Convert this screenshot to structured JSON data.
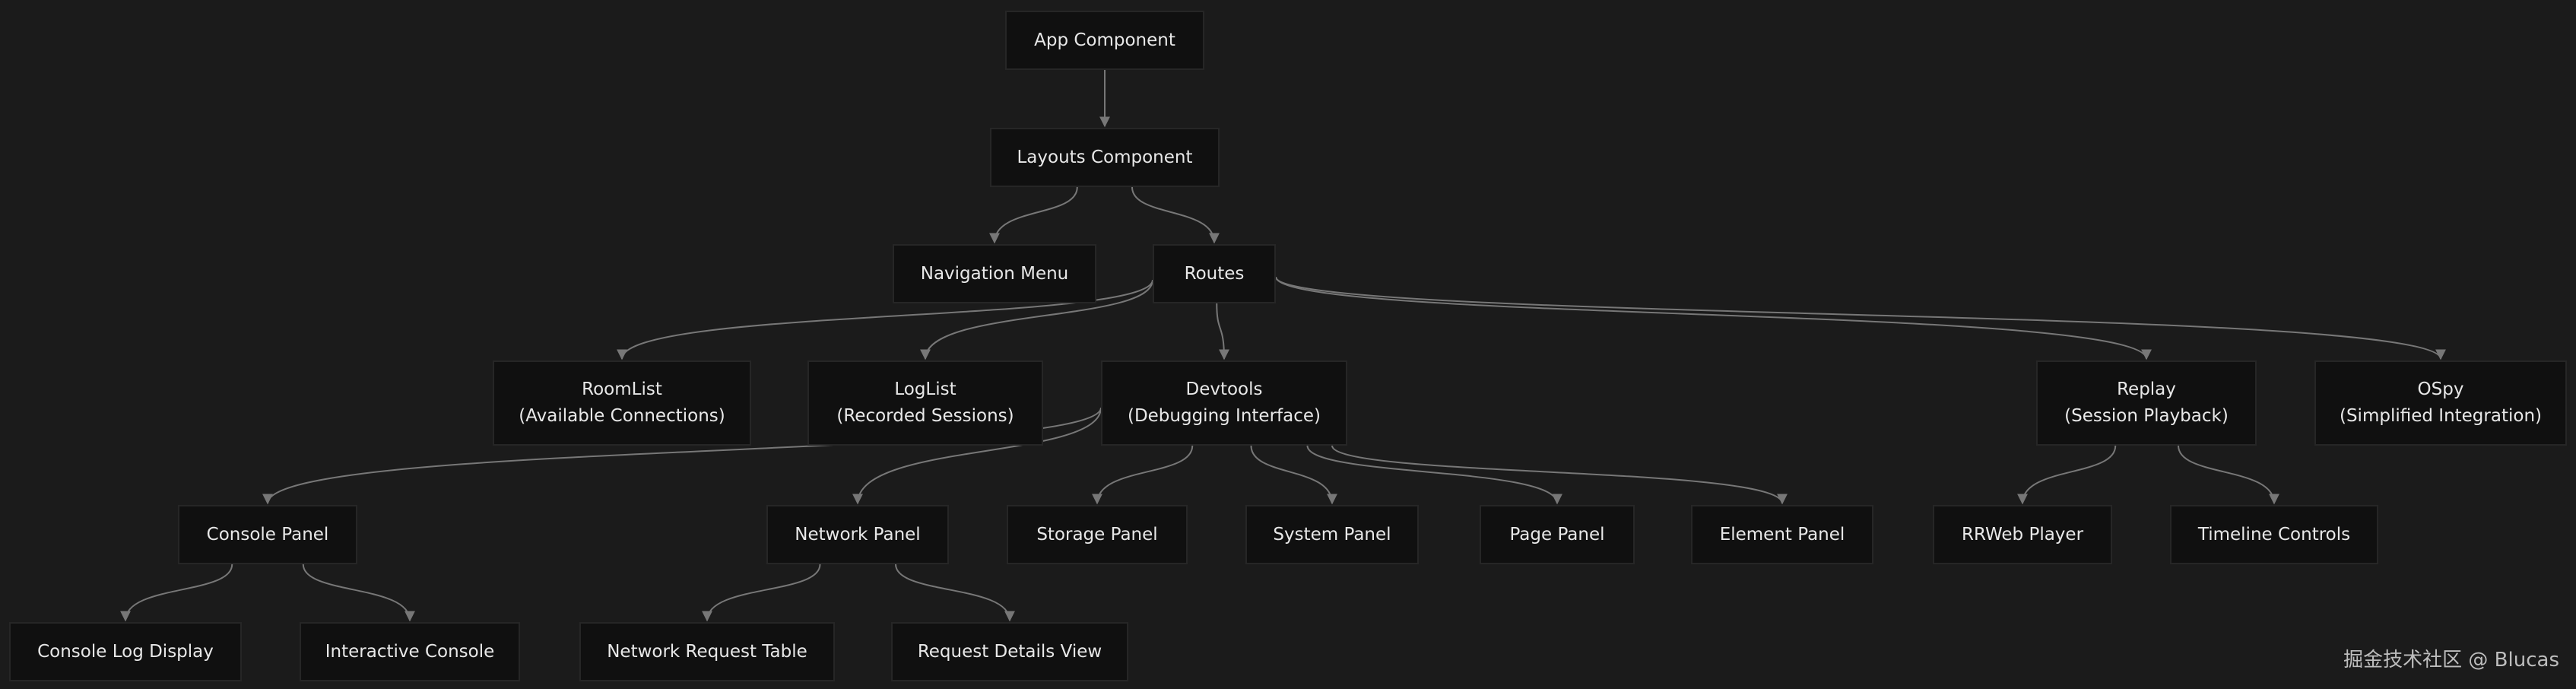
{
  "nodes": {
    "app": [
      "App Component"
    ],
    "layouts": [
      "Layouts Component"
    ],
    "nav": [
      "Navigation Menu"
    ],
    "routes": [
      "Routes"
    ],
    "roomlist": [
      "RoomList",
      "(Available Connections)"
    ],
    "loglist": [
      "LogList",
      "(Recorded Sessions)"
    ],
    "devtools": [
      "Devtools",
      "(Debugging Interface)"
    ],
    "replay": [
      "Replay",
      "(Session Playback)"
    ],
    "ospy": [
      "OSpy",
      "(Simplified Integration)"
    ],
    "console": [
      "Console Panel"
    ],
    "network": [
      "Network Panel"
    ],
    "storage": [
      "Storage Panel"
    ],
    "system": [
      "System Panel"
    ],
    "page": [
      "Page Panel"
    ],
    "element": [
      "Element Panel"
    ],
    "rrweb": [
      "RRWeb Player"
    ],
    "timeline": [
      "Timeline Controls"
    ],
    "consolelog": [
      "Console Log Display"
    ],
    "interactive": [
      "Interactive Console"
    ],
    "reqtable": [
      "Network Request Table"
    ],
    "reqdetails": [
      "Request Details View"
    ]
  },
  "edges": [
    [
      "app",
      "layouts"
    ],
    [
      "layouts",
      "nav"
    ],
    [
      "layouts",
      "routes"
    ],
    [
      "routes",
      "roomlist"
    ],
    [
      "routes",
      "loglist"
    ],
    [
      "routes",
      "devtools"
    ],
    [
      "routes",
      "replay"
    ],
    [
      "routes",
      "ospy"
    ],
    [
      "devtools",
      "console"
    ],
    [
      "devtools",
      "network"
    ],
    [
      "devtools",
      "storage"
    ],
    [
      "devtools",
      "system"
    ],
    [
      "devtools",
      "page"
    ],
    [
      "devtools",
      "element"
    ],
    [
      "console",
      "consolelog"
    ],
    [
      "console",
      "interactive"
    ],
    [
      "network",
      "reqtable"
    ],
    [
      "network",
      "reqdetails"
    ],
    [
      "replay",
      "rrweb"
    ],
    [
      "replay",
      "timeline"
    ]
  ],
  "watermark": "掘金技术社区 @ Blucas",
  "colors": {
    "background": "#1b1b1b",
    "node_fill": "#101010",
    "node_border": "#262626",
    "text": "#e8e8e8",
    "edge": "#777777"
  }
}
